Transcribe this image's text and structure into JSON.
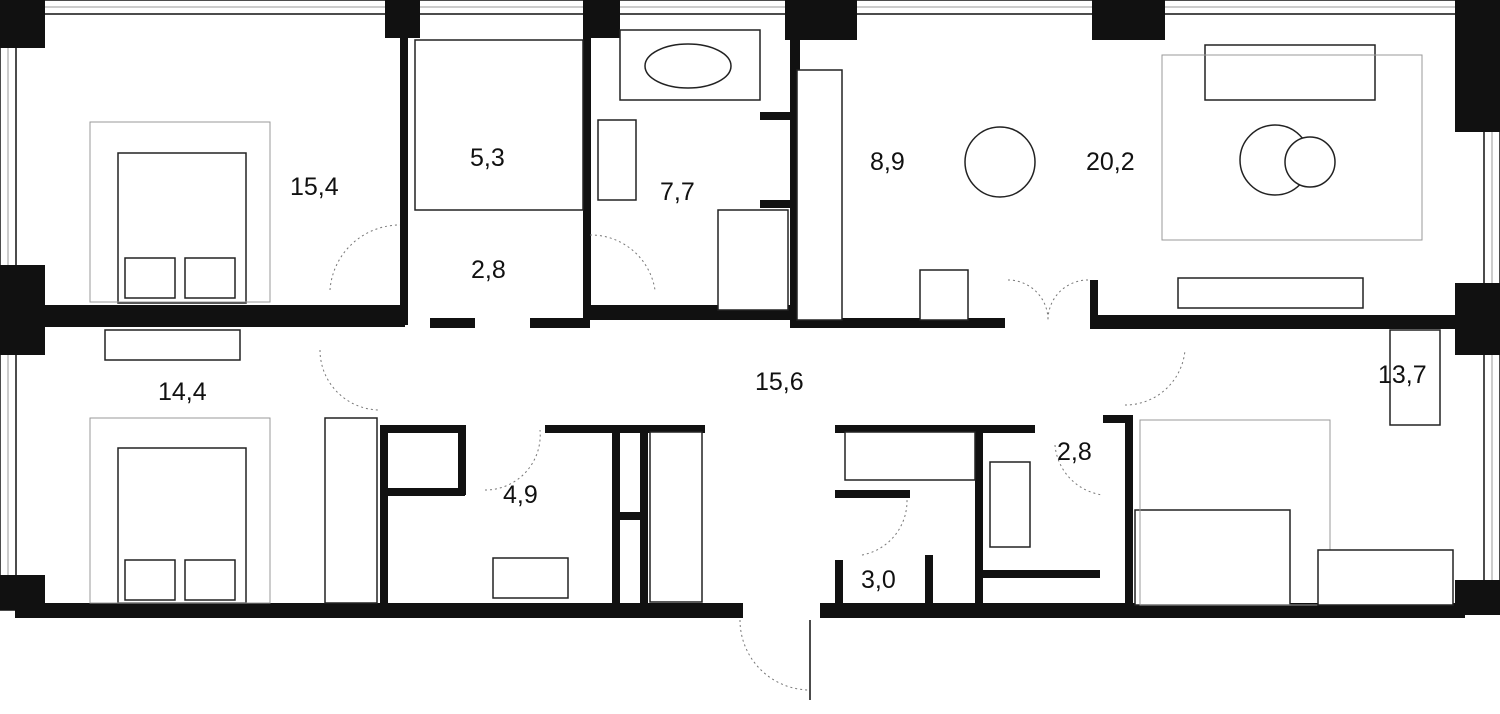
{
  "plan": {
    "rooms": [
      {
        "id": "bedroom-1",
        "area": "15,4"
      },
      {
        "id": "wardrobe-1",
        "area": "5,3"
      },
      {
        "id": "bathroom-1",
        "area": "7,7"
      },
      {
        "id": "kitchen",
        "area": "8,9"
      },
      {
        "id": "living-room",
        "area": "20,2"
      },
      {
        "id": "hall-1",
        "area": "2,8"
      },
      {
        "id": "bedroom-2",
        "area": "14,4"
      },
      {
        "id": "corridor",
        "area": "15,6"
      },
      {
        "id": "bedroom-3",
        "area": "13,7"
      },
      {
        "id": "bathroom-2",
        "area": "4,9"
      },
      {
        "id": "bathroom-3",
        "area": "2,8"
      },
      {
        "id": "wardrobe-2",
        "area": "3,0"
      }
    ]
  }
}
